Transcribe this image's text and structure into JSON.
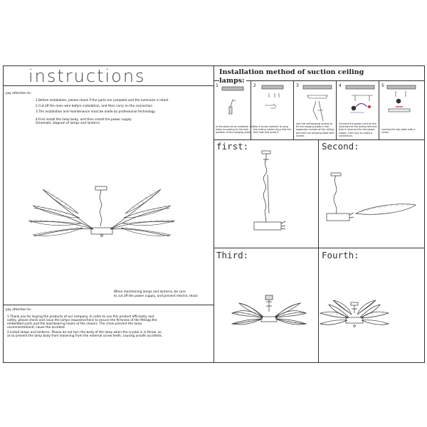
{
  "title": "instructions",
  "attention_label_1": "pay attention to:",
  "notes": [
    "1.Before installation, please check if the parts are complete and the luminaire is intact",
    "2.Cut off the main wire before installation, and then carry on the connection",
    "3.The installation and maintenance must be made by professional technology.",
    "4.First install the lamp body, and then install the power supply.",
    "  Schematic diagram of lamps and lanterns"
  ],
  "warning_right": [
    "When maintaining lamps and lanterns, be sure",
    "to cut off the power supply, and prevent electric shock"
  ],
  "attention_label_2": "pay attention to:",
  "notes2": [
    "1.Thank you for buying the products of our company. In order to use this product efficiently and",
    "  safely, please check and issue the lamps requests/check to ensure the firmness of the fittings,the",
    "  embedded parts and the load-bearing hooks of the chassis. The chain prevent the lamp",
    "  unconnected/and, cause the accident.",
    "2.Install lamps and lanterns. Please do not turn the body of the lamp when the crystal is in throw, so",
    "  as to prevent the lamp body from loosening from the external screw teeth, causing unsafe accidents."
  ],
  "install_title_line1": "Installation method of suction ceiling",
  "install_title_line2": "lamps:",
  "step_numbers": [
    "1",
    "2",
    "3",
    "4",
    "5"
  ],
  "step_captions": [
    "In the place to be installed, drill holes according to the hole position of the hanging plate",
    "Use a screw hammer to plug the ceiling rubber plug into the drill hole and press it",
    "Use the self-tapping screws to fix the hanging plate in the expansion screws of the ceiling and lock the hanging plate with screws",
    "Connect the power cord on the luminaire to the wiring terminal that is reserved for the power supply, then lock to make a connection.",
    "Locking the top plate with a screw"
  ],
  "panels": {
    "first": "first:",
    "second": "Second:",
    "third": "Third:",
    "fourth": "Fourth:"
  }
}
